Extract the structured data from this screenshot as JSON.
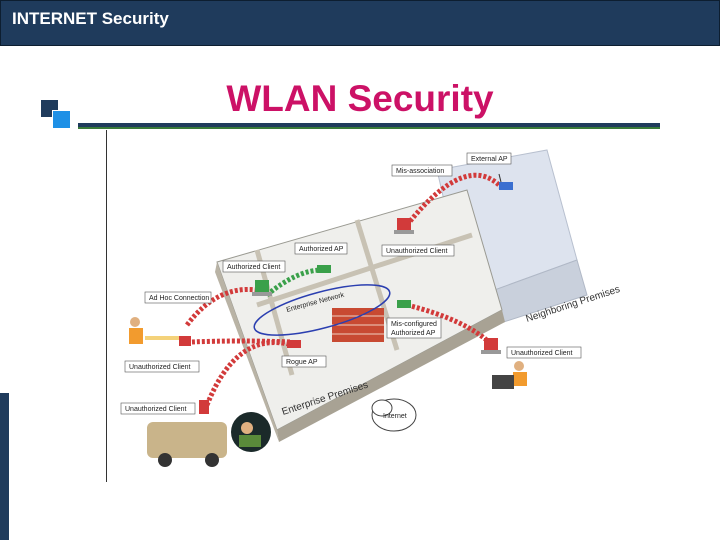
{
  "header": {
    "title": "INTERNET Security"
  },
  "slide": {
    "title": "WLAN Security"
  },
  "diagram": {
    "labels": {
      "external_ap": "External AP",
      "mis_association": "Mis-association",
      "authorized_ap": "Authorized AP",
      "unauthorized_client_top": "Unauthorized Client",
      "authorized_client": "Authorized Client",
      "ad_hoc_connection": "Ad Hoc Connection",
      "enterprise_network": "Enterprise Network",
      "mis_configured_ap_line1": "Mis-configured",
      "mis_configured_ap_line2": "Authorized AP",
      "unauthorized_client_left": "Unauthorized Client",
      "rogue_ap": "Rogue AP",
      "unauthorized_client_right": "Unauthorized Client",
      "unauthorized_client_bottom": "Unauthorized Client",
      "internet": "Internet",
      "enterprise_premises": "Enterprise Premises",
      "neighboring_premises": "Neighboring Premises"
    },
    "colors": {
      "threat_link": "#d23a3a",
      "network_link": "#3aa04a"
    }
  }
}
